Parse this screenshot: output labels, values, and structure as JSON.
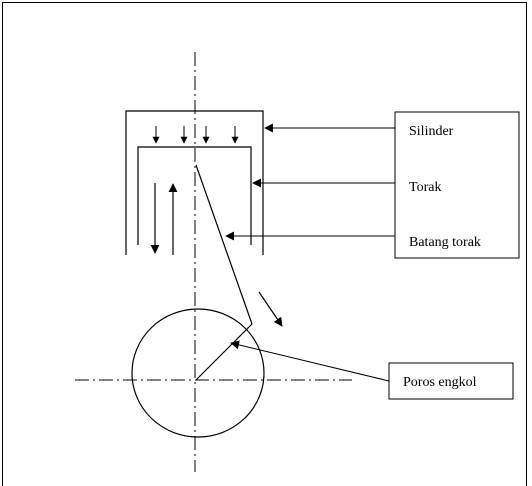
{
  "diagram": {
    "labels": {
      "silinder": "Silinder",
      "torak": "Torak",
      "batang_torak": "Batang torak",
      "poros_engkol": "Poros engkol"
    }
  }
}
